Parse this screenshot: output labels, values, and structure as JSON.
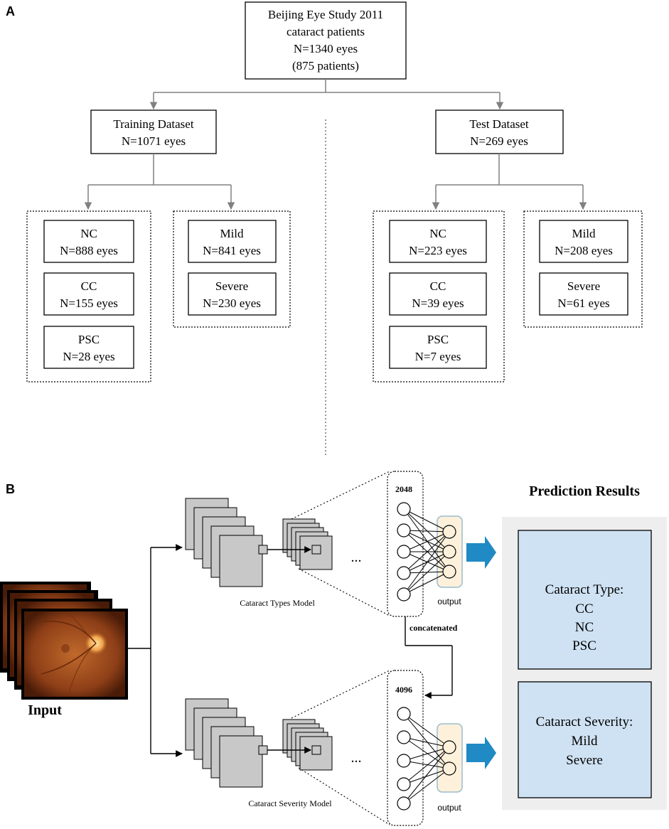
{
  "panel_a": {
    "label": "A",
    "root": {
      "line1": "Beijing Eye Study 2011",
      "line2": "cataract patients",
      "line3": "N=1340 eyes",
      "line4": "(875 patients)"
    },
    "training": {
      "title": "Training Dataset",
      "count": "N=1071 eyes",
      "types": [
        {
          "name": "NC",
          "count": "N=888 eyes"
        },
        {
          "name": "CC",
          "count": "N=155 eyes"
        },
        {
          "name": "PSC",
          "count": "N=28 eyes"
        }
      ],
      "severity": [
        {
          "name": "Mild",
          "count": "N=841 eyes"
        },
        {
          "name": "Severe",
          "count": "N=230 eyes"
        }
      ]
    },
    "test": {
      "title": "Test Dataset",
      "count": "N=269 eyes",
      "types": [
        {
          "name": "NC",
          "count": "N=223 eyes"
        },
        {
          "name": "CC",
          "count": "N=39 eyes"
        },
        {
          "name": "PSC",
          "count": "N=7 eyes"
        }
      ],
      "severity": [
        {
          "name": "Mild",
          "count": "N=208 eyes"
        },
        {
          "name": "Severe",
          "count": "N=61 eyes"
        }
      ]
    }
  },
  "panel_b": {
    "label": "B",
    "input_label": "Input",
    "types_model_label": "Cataract Types Model",
    "severity_model_label": "Cataract Severity Model",
    "types_neurons": "2048",
    "severity_neurons": "4096",
    "concat_label": "concatenated",
    "output_label": "output",
    "ellipsis": "...",
    "results_title": "Prediction Results",
    "type_result": {
      "title": "Cataract Type:",
      "items": [
        "CC",
        "NC",
        "PSC"
      ]
    },
    "severity_result": {
      "title": "Cataract Severity:",
      "items": [
        "Mild",
        "Severe"
      ]
    }
  },
  "colors": {
    "line": "#808080",
    "box_border": "#000000",
    "result_fill": "#cfe2f3",
    "result_panel": "#eeeeee",
    "output_fill": "#fdf1dc",
    "output_border": "#9bbccd",
    "arrow_blue": "#1f8ac3",
    "layer_fill": "#c8c8c8",
    "fundus": "#b2561f"
  }
}
